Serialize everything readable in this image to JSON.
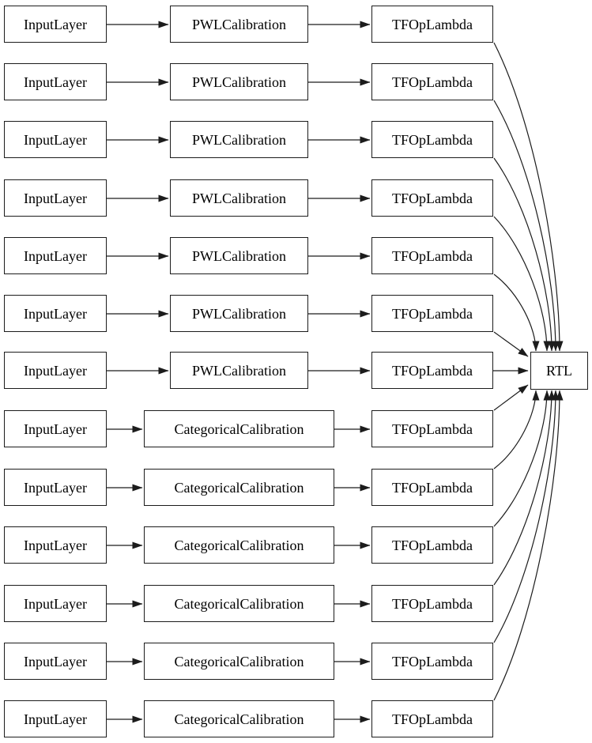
{
  "diagram": {
    "output_node": {
      "label": "RTL"
    },
    "rows": [
      {
        "input": "InputLayer",
        "calibration": "PWLCalibration",
        "op": "TFOpLambda",
        "connects_to": "RTL"
      },
      {
        "input": "InputLayer",
        "calibration": "PWLCalibration",
        "op": "TFOpLambda",
        "connects_to": "RTL"
      },
      {
        "input": "InputLayer",
        "calibration": "PWLCalibration",
        "op": "TFOpLambda",
        "connects_to": "RTL"
      },
      {
        "input": "InputLayer",
        "calibration": "PWLCalibration",
        "op": "TFOpLambda",
        "connects_to": "RTL"
      },
      {
        "input": "InputLayer",
        "calibration": "PWLCalibration",
        "op": "TFOpLambda",
        "connects_to": "RTL"
      },
      {
        "input": "InputLayer",
        "calibration": "PWLCalibration",
        "op": "TFOpLambda",
        "connects_to": "RTL"
      },
      {
        "input": "InputLayer",
        "calibration": "PWLCalibration",
        "op": "TFOpLambda",
        "connects_to": "RTL"
      },
      {
        "input": "InputLayer",
        "calibration": "CategoricalCalibration",
        "op": "TFOpLambda",
        "connects_to": "RTL"
      },
      {
        "input": "InputLayer",
        "calibration": "CategoricalCalibration",
        "op": "TFOpLambda",
        "connects_to": "RTL"
      },
      {
        "input": "InputLayer",
        "calibration": "CategoricalCalibration",
        "op": "TFOpLambda",
        "connects_to": "RTL"
      },
      {
        "input": "InputLayer",
        "calibration": "CategoricalCalibration",
        "op": "TFOpLambda",
        "connects_to": "RTL"
      },
      {
        "input": "InputLayer",
        "calibration": "CategoricalCalibration",
        "op": "TFOpLambda",
        "connects_to": "RTL"
      },
      {
        "input": "InputLayer",
        "calibration": "CategoricalCalibration",
        "op": "TFOpLambda",
        "connects_to": "RTL"
      }
    ],
    "colors": {
      "background": "#ffffff",
      "node_fill": "#ffffff",
      "node_border": "#1c1c1c",
      "edge": "#1c1c1c",
      "text": "#000000"
    }
  }
}
